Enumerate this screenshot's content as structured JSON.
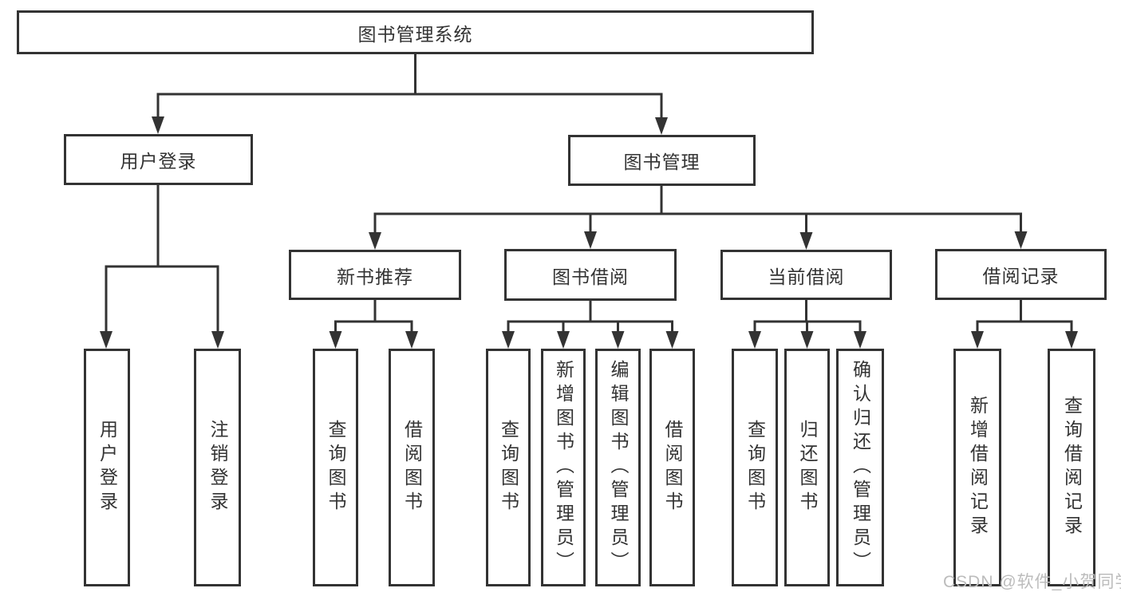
{
  "diagram": {
    "title": "图书管理系统",
    "root": {
      "label": "图书管理系统"
    },
    "level2": [
      {
        "label": "用户登录"
      },
      {
        "label": "图书管理"
      }
    ],
    "level3": [
      {
        "label": "新书推荐",
        "parent": "图书管理"
      },
      {
        "label": "图书借阅",
        "parent": "图书管理"
      },
      {
        "label": "当前借阅",
        "parent": "图书管理"
      },
      {
        "label": "借阅记录",
        "parent": "图书管理"
      }
    ],
    "leaves": [
      {
        "label": "用户登录",
        "parent": "用户登录"
      },
      {
        "label": "注销登录",
        "parent": "用户登录"
      },
      {
        "label": "查询图书",
        "parent": "新书推荐"
      },
      {
        "label": "借阅图书",
        "parent": "新书推荐"
      },
      {
        "label": "查询图书",
        "parent": "图书借阅"
      },
      {
        "label": "新增图书（管理员）",
        "parent": "图书借阅"
      },
      {
        "label": "编辑图书（管理员）",
        "parent": "图书借阅"
      },
      {
        "label": "借阅图书",
        "parent": "图书借阅"
      },
      {
        "label": "查询图书",
        "parent": "当前借阅"
      },
      {
        "label": "归还图书",
        "parent": "当前借阅"
      },
      {
        "label": "确认归还（管理员）",
        "parent": "当前借阅"
      },
      {
        "label": "新增借阅记录",
        "parent": "借阅记录"
      },
      {
        "label": "查询借阅记录",
        "parent": "借阅记录"
      }
    ],
    "watermark": "CSDN @软件_小贺同学",
    "colors": {
      "line": "#333333",
      "border": "#333333",
      "text": "#333333",
      "background": "#ffffff",
      "watermark": "#bcbcbc"
    }
  }
}
